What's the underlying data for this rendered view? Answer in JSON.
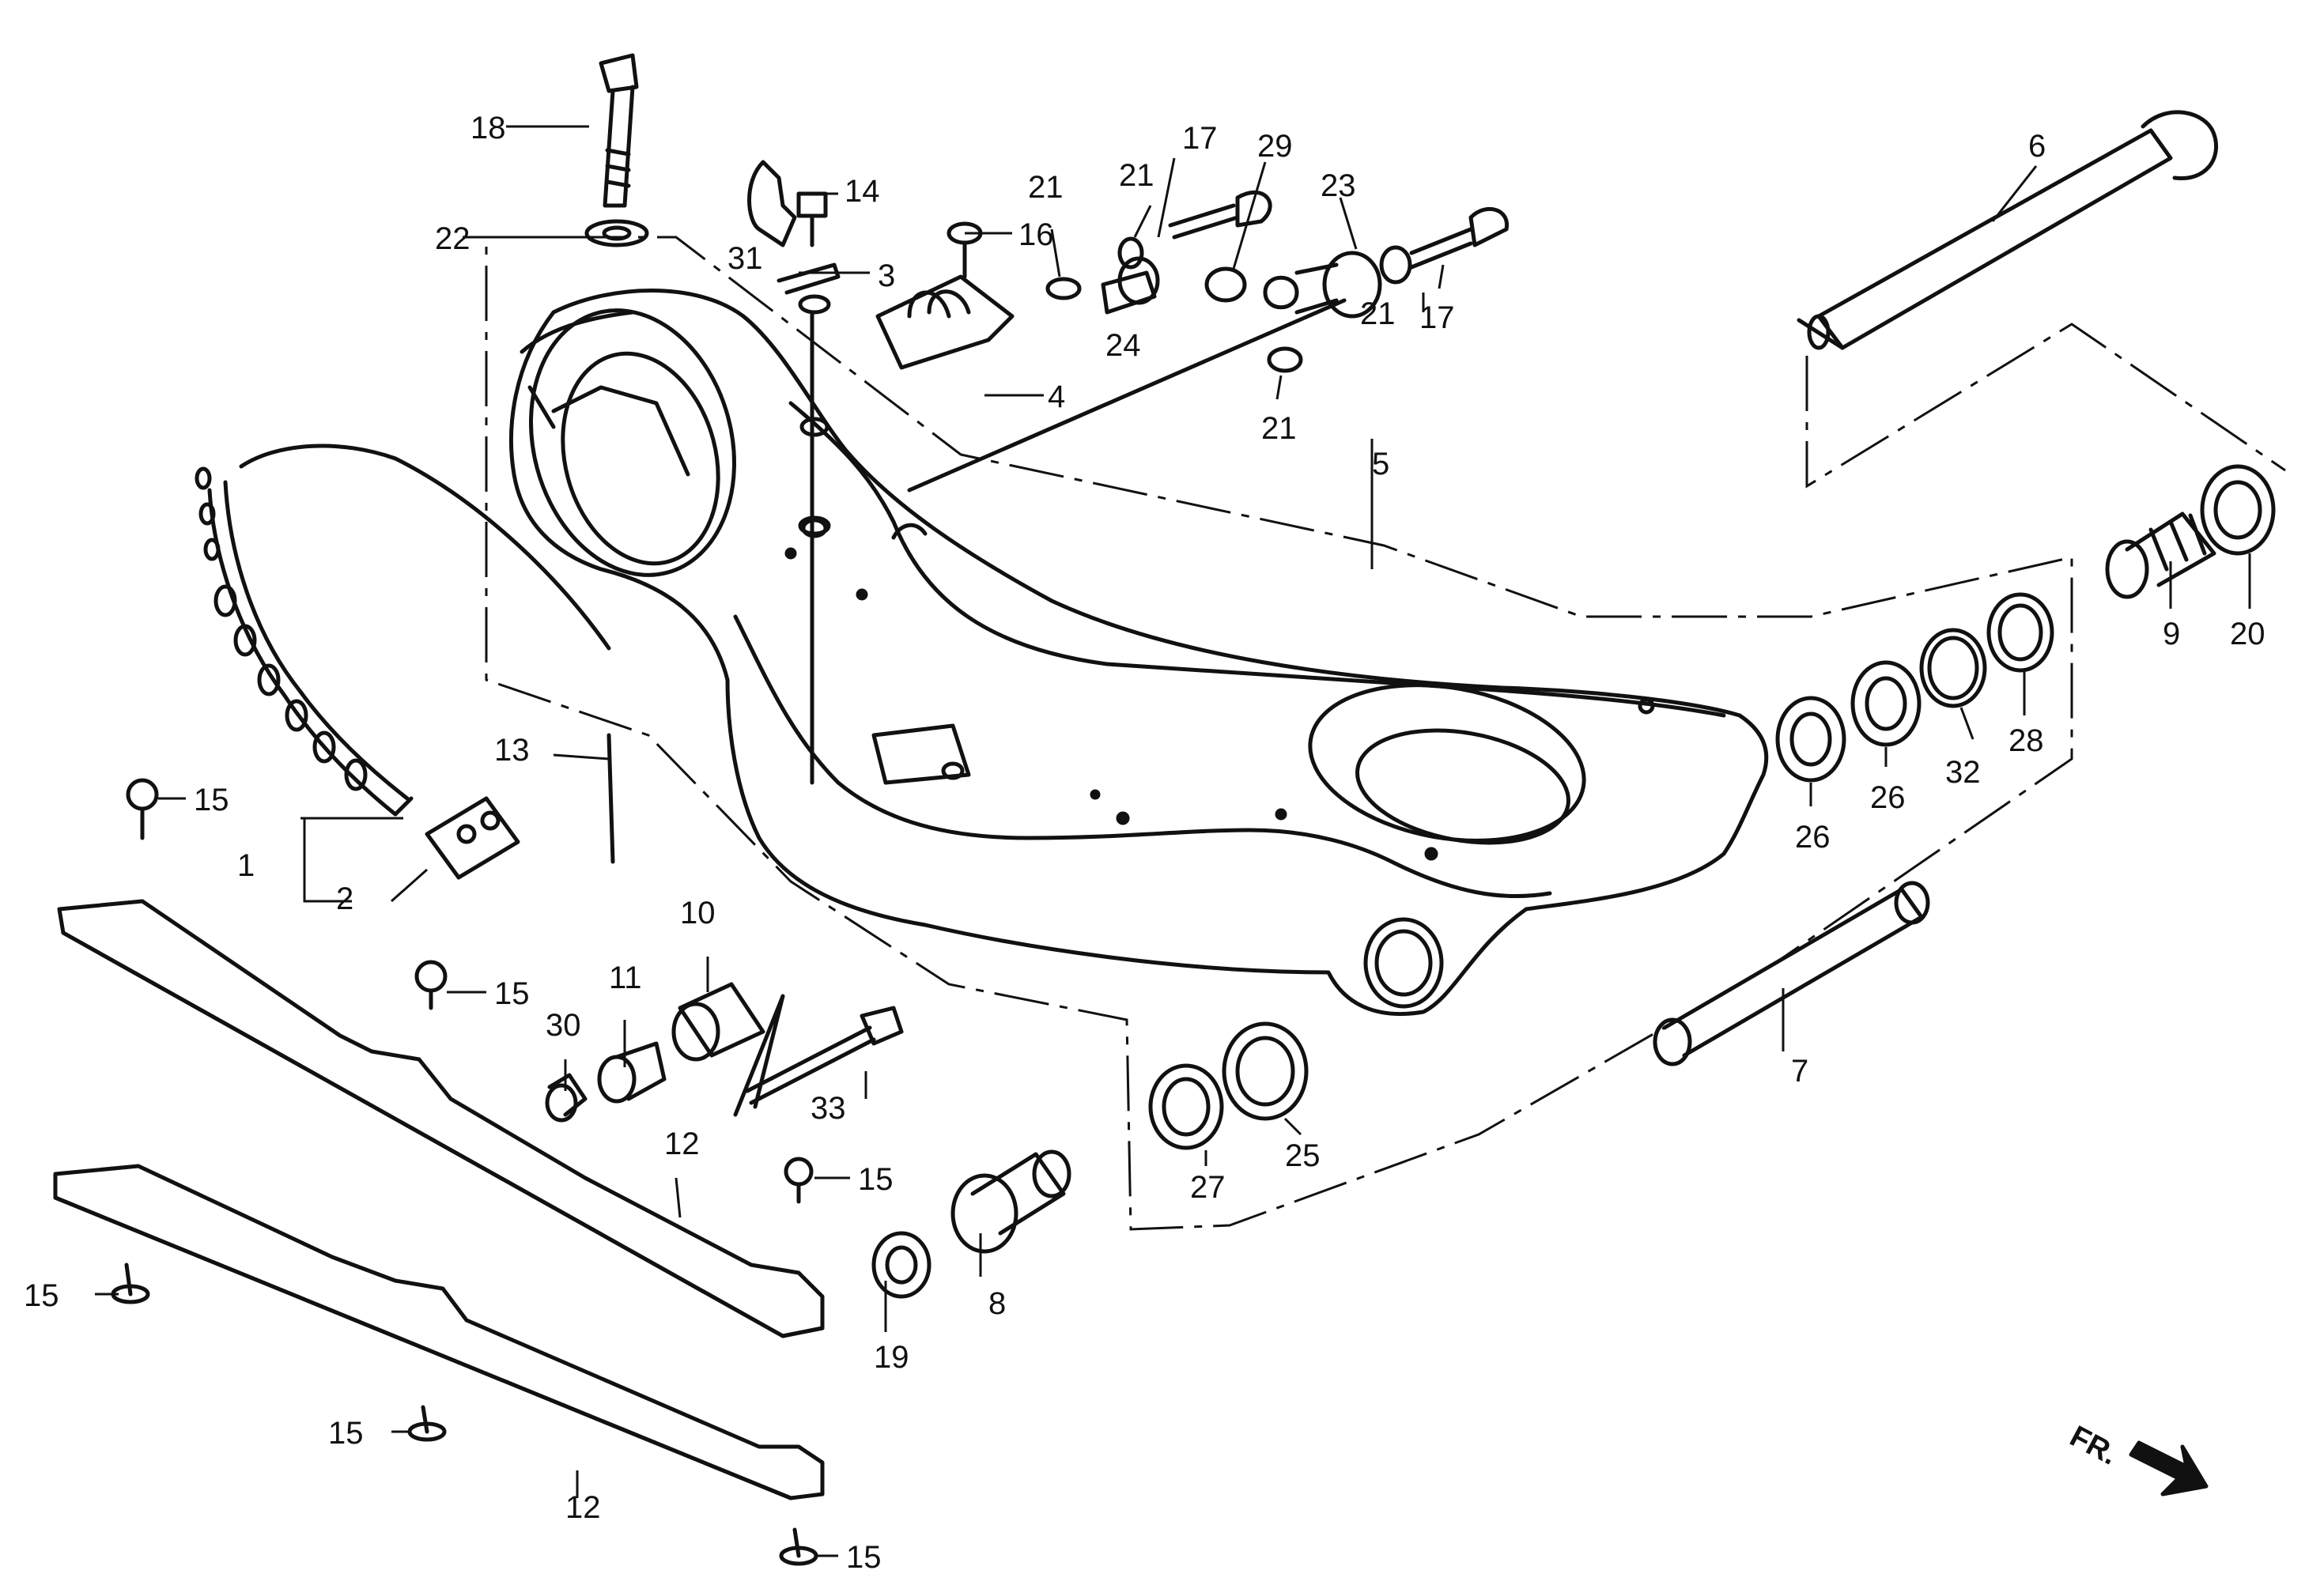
{
  "diagram": {
    "colors": {
      "ink": "#111111",
      "paper": "#ffffff"
    },
    "direction_label": "FR.",
    "callouts": {
      "c1": "1",
      "c2": "2",
      "c3": "3",
      "c4": "4",
      "c5": "5",
      "c6": "6",
      "c7": "7",
      "c8": "8",
      "c9": "9",
      "c10": "10",
      "c11": "11",
      "c12a": "12",
      "c12b": "12",
      "c13": "13",
      "c14": "14",
      "c15a": "15",
      "c15b": "15",
      "c15c": "15",
      "c15d": "15",
      "c15e": "15",
      "c15f": "15",
      "c16": "16",
      "c17a": "17",
      "c17b": "17",
      "c18": "18",
      "c19": "19",
      "c20": "20",
      "c21a": "21",
      "c21b": "21",
      "c21c": "21",
      "c21d": "21",
      "c22": "22",
      "c23": "23",
      "c24": "24",
      "c25": "25",
      "c26a": "26",
      "c26b": "26",
      "c27": "27",
      "c28": "28",
      "c29": "29",
      "c30": "30",
      "c31": "31",
      "c32": "32",
      "c33": "33"
    }
  }
}
